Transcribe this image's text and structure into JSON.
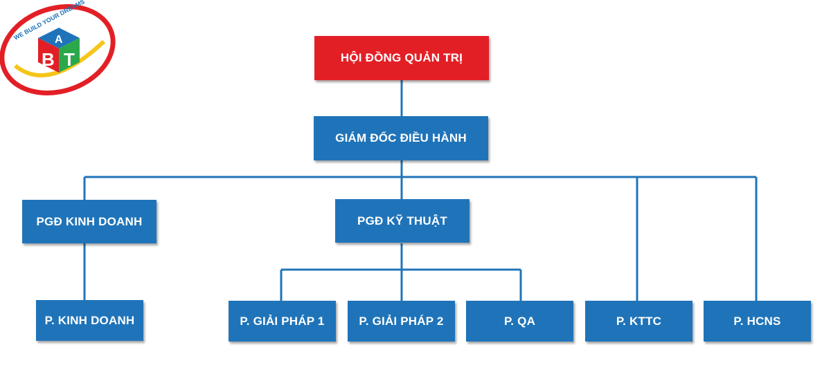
{
  "logo": {
    "slogan": "WE BUILD YOUR DREAMS",
    "letters": {
      "a": "A",
      "b": "B",
      "t": "T"
    }
  },
  "colors": {
    "board": "#e31f26",
    "unit": "#1f74b9",
    "connector": "#1f74b9"
  },
  "org": {
    "board": "HỘI ĐỒNG QUẢN TRỊ",
    "ceo": "GIÁM ĐỐC ĐIỀU HÀNH",
    "deputy_sales": "PGĐ KINH DOANH",
    "deputy_tech": "PGĐ KỸ THUẬT",
    "dept_sales": "P. KINH DOANH",
    "dept_solution1": "P. GIẢI PHÁP 1",
    "dept_solution2": "P. GIẢI PHÁP 2",
    "dept_qa": "P. QA",
    "dept_finance": "P. KTTC",
    "dept_hr": "P. HCNS"
  }
}
